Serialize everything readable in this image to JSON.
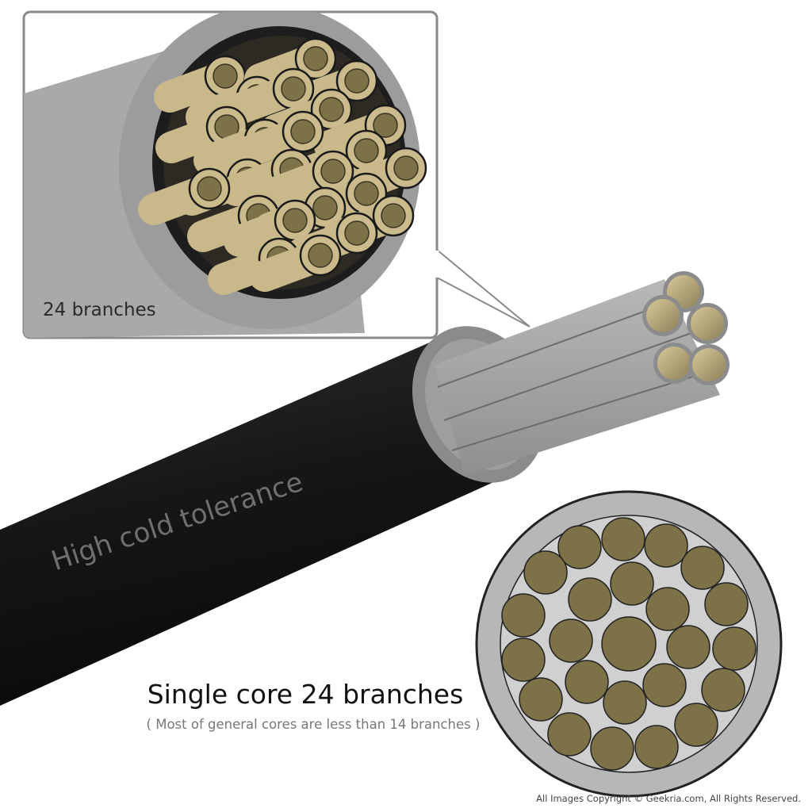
{
  "inset": {
    "label": "24 branches"
  },
  "cable": {
    "jacket_text": "High cold tolerance"
  },
  "caption": {
    "title": "Single core 24 branches",
    "subtitle": "( Most of general cores are less than 14 branches )"
  },
  "copyright": "All Images Copyright © Geekria.com, All Rights Reserved.",
  "colors": {
    "jacket": "#1b1b1b",
    "insulation": "#a9a9a9",
    "copper": "#7d7148",
    "copper_light": "#c9b98a"
  }
}
